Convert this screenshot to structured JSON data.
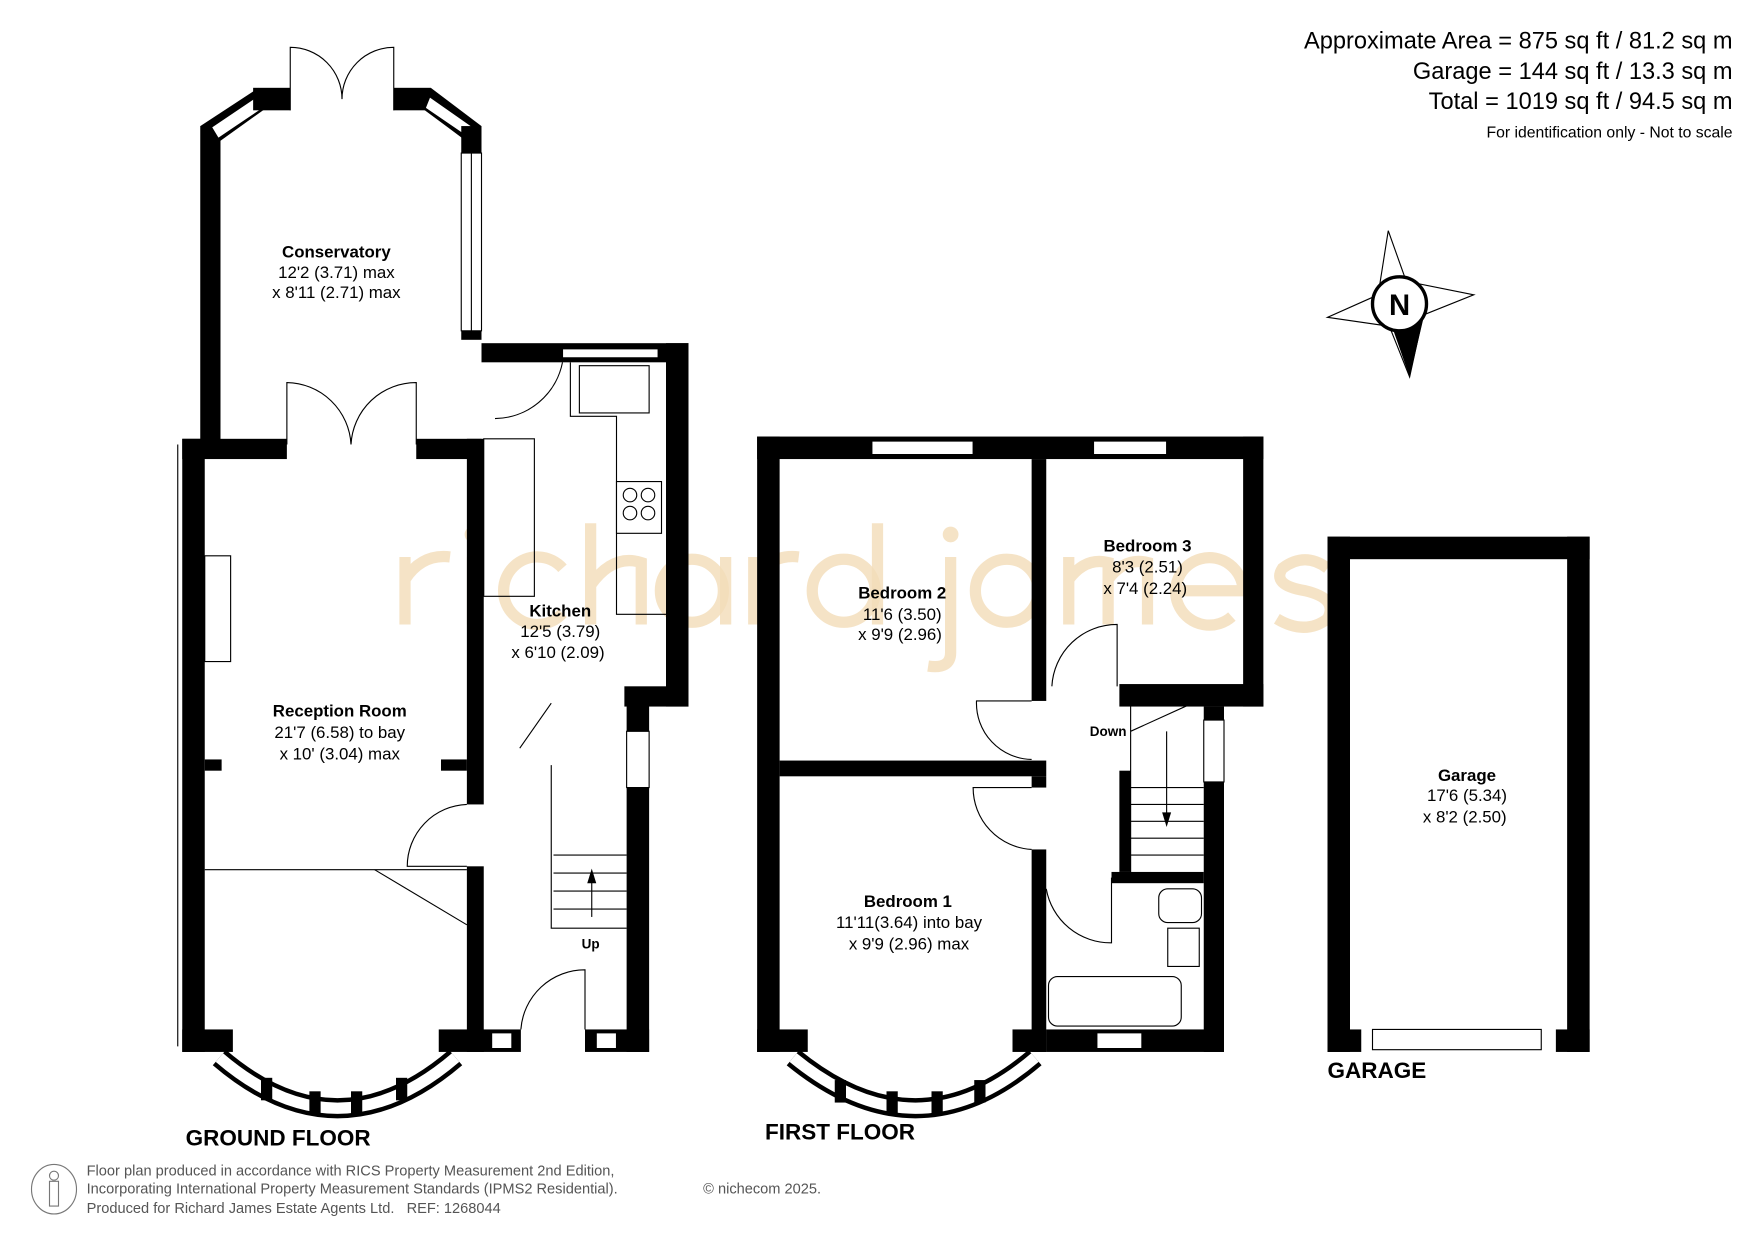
{
  "areas": {
    "approximate": "Approximate Area = 875 sq ft / 81.2 sq m",
    "garage": "Garage = 144 sq ft / 13.3 sq m",
    "total": "Total = 1019 sq ft / 94.5 sq m",
    "disclaimer": "For identification only - Not to scale"
  },
  "compass": {
    "label": "N"
  },
  "watermark": "richard james",
  "floors": {
    "ground": "GROUND FLOOR",
    "first": "FIRST FLOOR",
    "garage": "GARAGE"
  },
  "rooms": {
    "conservatory": {
      "name": "Conservatory",
      "dim1": "12'2 (3.71) max",
      "dim2": "x 8'11 (2.71) max"
    },
    "kitchen": {
      "name": "Kitchen",
      "dim1": "12'5 (3.79)",
      "dim2": "x 6'10 (2.09)"
    },
    "reception": {
      "name": "Reception Room",
      "dim1": "21'7 (6.58) to bay",
      "dim2": "x 10' (3.04) max"
    },
    "bedroom2": {
      "name": "Bedroom 2",
      "dim1": "11'6 (3.50)",
      "dim2": "x 9'9 (2.96)"
    },
    "bedroom3": {
      "name": "Bedroom 3",
      "dim1": "8'3 (2.51)",
      "dim2": "x 7'4 (2.24)"
    },
    "bedroom1": {
      "name": "Bedroom 1",
      "dim1": "11'11(3.64) into bay",
      "dim2": "x 9'9 (2.96) max"
    },
    "garage": {
      "name": "Garage",
      "dim1": "17'6 (5.34)",
      "dim2": "x 8'2 (2.50)"
    }
  },
  "stairs": {
    "up": "Up",
    "down": "Down"
  },
  "footer": {
    "line1": "Floor plan produced in accordance with RICS Property Measurement 2nd Edition,",
    "line2": "Incorporating International Property Measurement Standards (IPMS2 Residential).",
    "copyright": "© nichecom 2025.",
    "line3": "Produced for Richard James Estate Agents Ltd.   REF: 1268044"
  }
}
